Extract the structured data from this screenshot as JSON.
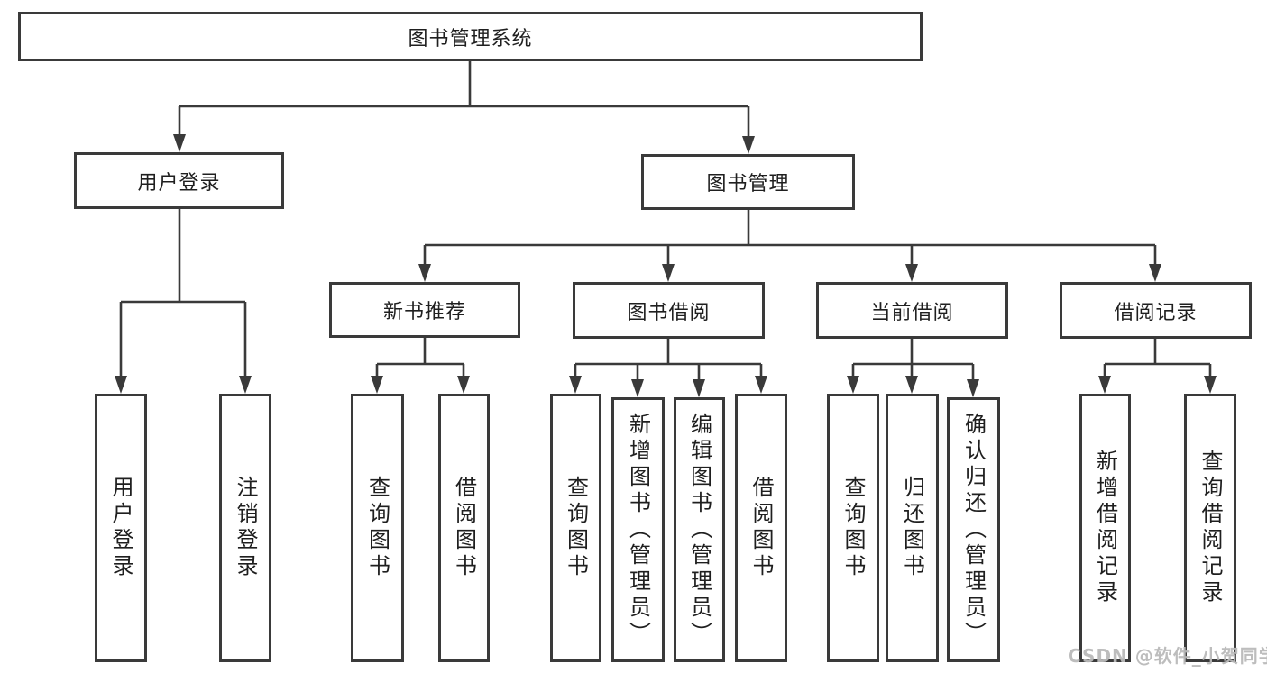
{
  "colors": {
    "background": "#ffffff",
    "line": "#3a3a3a",
    "box_border": "#3a3a3a",
    "text": "#1f1f1f",
    "watermark": "#b9b9b9"
  },
  "watermark": {
    "text": "CSDN @软件_小贺同学"
  },
  "diagram": {
    "root": {
      "label": "图书管理系统"
    },
    "user_login": {
      "label": "用户登录"
    },
    "book_mgmt": {
      "label": "图书管理"
    },
    "user_login_children": {
      "login": {
        "label": "用户登录"
      },
      "logout": {
        "label": "注销登录"
      }
    },
    "book_mgmt_children": {
      "new_books": {
        "label": "新书推荐"
      },
      "book_borrow": {
        "label": "图书借阅"
      },
      "current_borrow": {
        "label": "当前借阅"
      },
      "borrow_records": {
        "label": "借阅记录"
      }
    },
    "new_books_children": {
      "query_books": {
        "label": "查询图书"
      },
      "borrow_books": {
        "label": "借阅图书"
      }
    },
    "book_borrow_children": {
      "query_books": {
        "label": "查询图书"
      },
      "add_books": {
        "label": "新增图书（管理员）"
      },
      "edit_books": {
        "label": "编辑图书（管理员）"
      },
      "borrow_books": {
        "label": "借阅图书"
      }
    },
    "current_borrow_children": {
      "query_books": {
        "label": "查询图书"
      },
      "return_books": {
        "label": "归还图书"
      },
      "confirm_return": {
        "label": "确认归还（管理员）"
      }
    },
    "borrow_records_children": {
      "add_record": {
        "label": "新增借阅记录"
      },
      "query_record": {
        "label": "查询借阅记录"
      }
    }
  }
}
